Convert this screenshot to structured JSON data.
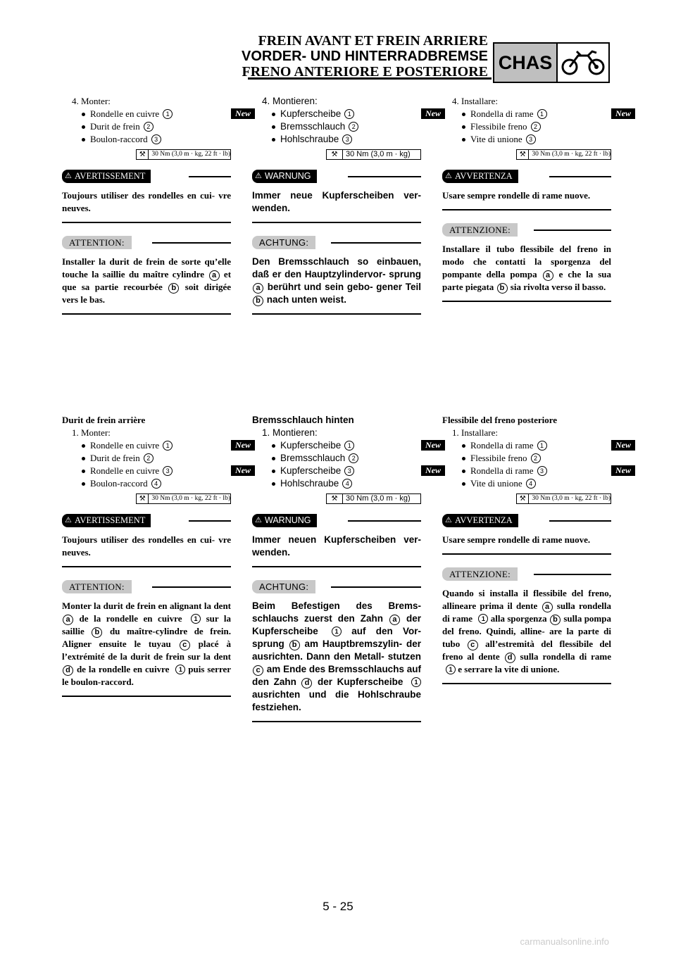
{
  "header": {
    "fr": "FREIN AVANT ET FREIN ARRIERE",
    "de": "VORDER- UND HINTERRADBREMSE",
    "it": "FRENO ANTERIORE E POSTERIORE",
    "badge": "CHAS",
    "icon": "motorcycle-icon"
  },
  "torque_fr": "30 Nm (3,0 m · kg, 22 ft · lb)",
  "torque_de": "30 Nm (3,0 m · kg)",
  "torque_it": "30 Nm (3,0 m · kg, 22 ft · lb)",
  "new_label": "New",
  "fr_top": {
    "step": "4. Monter:",
    "items": [
      "Rondelle en cuivre",
      "Durit de frein",
      "Boulon-raccord"
    ],
    "warn_label": "AVERTISSEMENT",
    "warn_text": "Toujours utiliser des rondelles en cui- vre neuves.",
    "caution_label": "ATTENTION:",
    "c1": "Installer la durit de frein de sorte qu’elle touche la saillie du maître cylindre",
    "c2": "et que sa partie recourbée",
    "c3": "soit dirigée vers le bas."
  },
  "de_top": {
    "step": "4. Montieren:",
    "items": [
      "Kupferscheibe",
      "Bremsschlauch",
      "Hohlschraube"
    ],
    "warn_label": "WARNUNG",
    "warn_text": "Immer neue Kupferscheiben ver- wenden.",
    "caution_label": "ACHTUNG:",
    "c1": "Den Bremsschlauch so einbauen, daß er den Hauptzylindervor- sprung",
    "c2": "berührt und sein gebo- gener Teil",
    "c3": "nach unten weist."
  },
  "it_top": {
    "step": "4. Installare:",
    "items": [
      "Rondella di rame",
      "Flessibile freno",
      "Vite di unione"
    ],
    "warn_label": "AVVERTENZA",
    "warn_text": "Usare sempre rondelle di rame nuove.",
    "caution_label": "ATTENZIONE:",
    "c1": "Installare il tubo flessibile del freno in modo che contatti la sporgenza del pompante della pompa",
    "c2": "e che la sua parte piegata",
    "c3": "sia rivolta verso il basso."
  },
  "fr_bot": {
    "title": "Durit de frein arrière",
    "step": "1. Monter:",
    "items": [
      "Rondelle en cuivre",
      "Durit de frein",
      "Rondelle en cuivre",
      "Boulon-raccord"
    ],
    "warn_text": "Toujours utiliser des rondelles en cui- vre neuves.",
    "c1": "Monter la durit de frein en alignant la dent",
    "c2": "de la rondelle en cuivre",
    "c3": "sur la saillie",
    "c4": "du maître-cylindre de frein. Aligner ensuite le tuyau",
    "c5": "placé à l’extrémité de la durit de frein sur la dent",
    "c6": "de la rondelle en cuivre",
    "c7": "puis serrer le boulon-raccord."
  },
  "de_bot": {
    "title": "Bremsschlauch hinten",
    "step": "1. Montieren:",
    "items": [
      "Kupferscheibe",
      "Bremsschlauch",
      "Kupferscheibe",
      "Hohlschraube"
    ],
    "warn_text": "Immer neuen Kupferscheiben ver- wenden.",
    "c1": "Beim Befestigen des Brems- schlauchs zuerst den Zahn",
    "c2": "der Kupferscheibe",
    "c3": "auf den Vor- sprung",
    "c4": "am Hauptbremszylin- der ausrichten. Dann den Metall- stutzen",
    "c5": "am Ende des Bremsschlauchs auf den Zahn",
    "c6": "der Kupferscheibe",
    "c7": "ausrichten und die Hohlschraube festziehen."
  },
  "it_bot": {
    "title": "Flessibile del freno posteriore",
    "step": "1. Installare:",
    "items": [
      "Rondella di rame",
      "Flessibile freno",
      "Rondella di rame",
      "Vite di unione"
    ],
    "warn_text": "Usare sempre rondelle di rame nuove.",
    "c1": "Quando si installa il flessibile del freno, allineare prima il dente",
    "c2": "sulla rondella di rame",
    "c3": "alla sporgenza",
    "c4": "sulla pompa del freno. Quindi, alline- are la parte di tubo",
    "c5": "all’estremità del flessibile del freno al dente",
    "c6": "sulla rondella di rame",
    "c7": "e serrare la vite di unione."
  },
  "page_number": "5 - 25",
  "footer": "carmanualsonline.info"
}
